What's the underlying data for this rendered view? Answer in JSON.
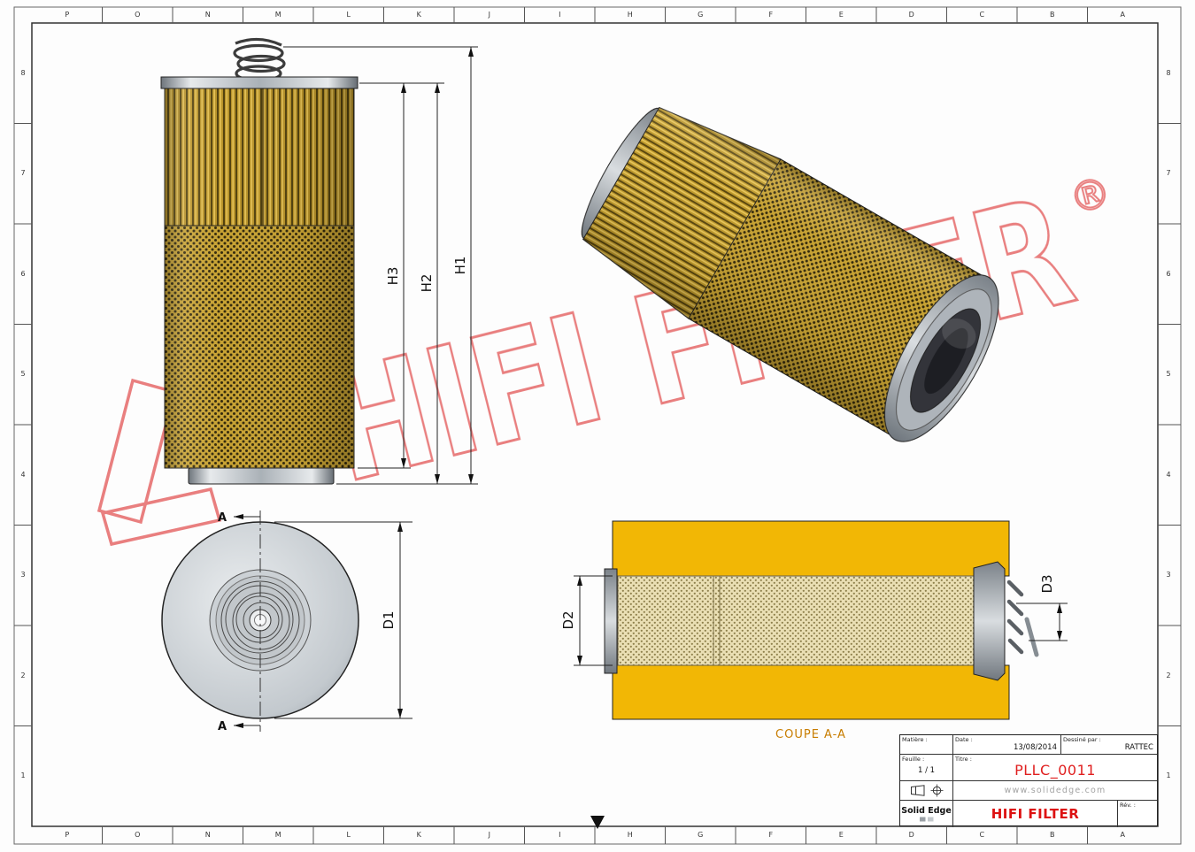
{
  "colors": {
    "watermark_red": "#d40000",
    "brand_red": "#dd1111",
    "part_number_red": "#e02020",
    "filter_gold": "#c7a233",
    "shell_yellow": "#f2b705",
    "section_caption_orange": "#c87d00"
  },
  "watermark": {
    "text": "HIFI FILTER",
    "registered": "®"
  },
  "dims": {
    "h1": "H1",
    "h2": "H2",
    "h3": "H3",
    "d1": "D1",
    "d2": "D2",
    "d3": "D3"
  },
  "section_marks": {
    "top": "A",
    "bottom": "A"
  },
  "section_view": {
    "caption": "COUPE A-A"
  },
  "title_block": {
    "material_label": "Matière :",
    "date_label": "Date :",
    "date_value": "13/08/2014",
    "drawn_by_label": "Dessiné par :",
    "drawn_by_value": "RATTEC",
    "sheet_label": "Feuille :",
    "sheet_value": "1 / 1",
    "title_label": "Titre :",
    "title_value": "PLLC_0011",
    "website": "www.solidedge.com",
    "app_name": "Solid Edge",
    "brand": "HIFI FILTER",
    "revision_label": "Rév. :"
  },
  "border": {
    "column_letters": [
      "P",
      "O",
      "N",
      "M",
      "L",
      "K",
      "J",
      "I",
      "H",
      "G",
      "F",
      "E",
      "D",
      "C",
      "B",
      "A"
    ],
    "row_numbers": [
      "8",
      "7",
      "6",
      "5",
      "4",
      "3",
      "2",
      "1"
    ]
  }
}
